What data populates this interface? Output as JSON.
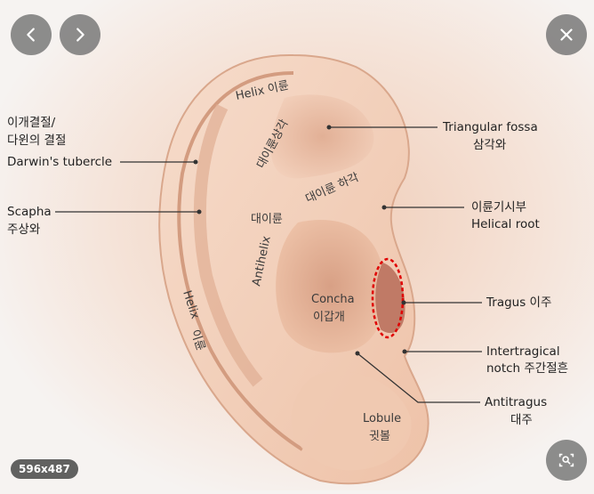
{
  "image_badge": "596x487",
  "labels": {
    "darwin_kr_1": "이개결절/",
    "darwin_kr_2": "다윈의 결절",
    "darwin_en": "Darwin's tubercle",
    "scapha_en": "Scapha",
    "scapha_kr": "주상와",
    "helix_top": "Helix 이륜",
    "triangular_en": "Triangular fossa",
    "triangular_kr": "삼각와",
    "antihelix_upper_kr": "대이륜상각",
    "antihelix_lower_kr": "대이륜 하각",
    "antihelix_kr": "대이륜",
    "antihelix_en": "Antihelix",
    "helical_root_kr": "이륜기시부",
    "helical_root_en": "Helical root",
    "concha_en": "Concha",
    "concha_kr": "이갑개",
    "helix_side_en": "Helix",
    "helix_side_kr": "이륜",
    "tragus": "Tragus 이주",
    "intertragical_1": "Intertragical",
    "intertragical_2": "notch 주간절흔",
    "antitragus_en": "Antitragus",
    "antitragus_kr": "대주",
    "lobule_en": "Lobule",
    "lobule_kr": "귓볼"
  },
  "colors": {
    "skin_light": "#f3d4bf",
    "skin_mid": "#e8b79a",
    "skin_shadow": "#c98c70",
    "tragus_highlight": "#e00000"
  },
  "icons": {
    "prev": "chevron-left-icon",
    "next": "chevron-right-icon",
    "close": "close-icon",
    "lens": "visual-search-icon"
  }
}
